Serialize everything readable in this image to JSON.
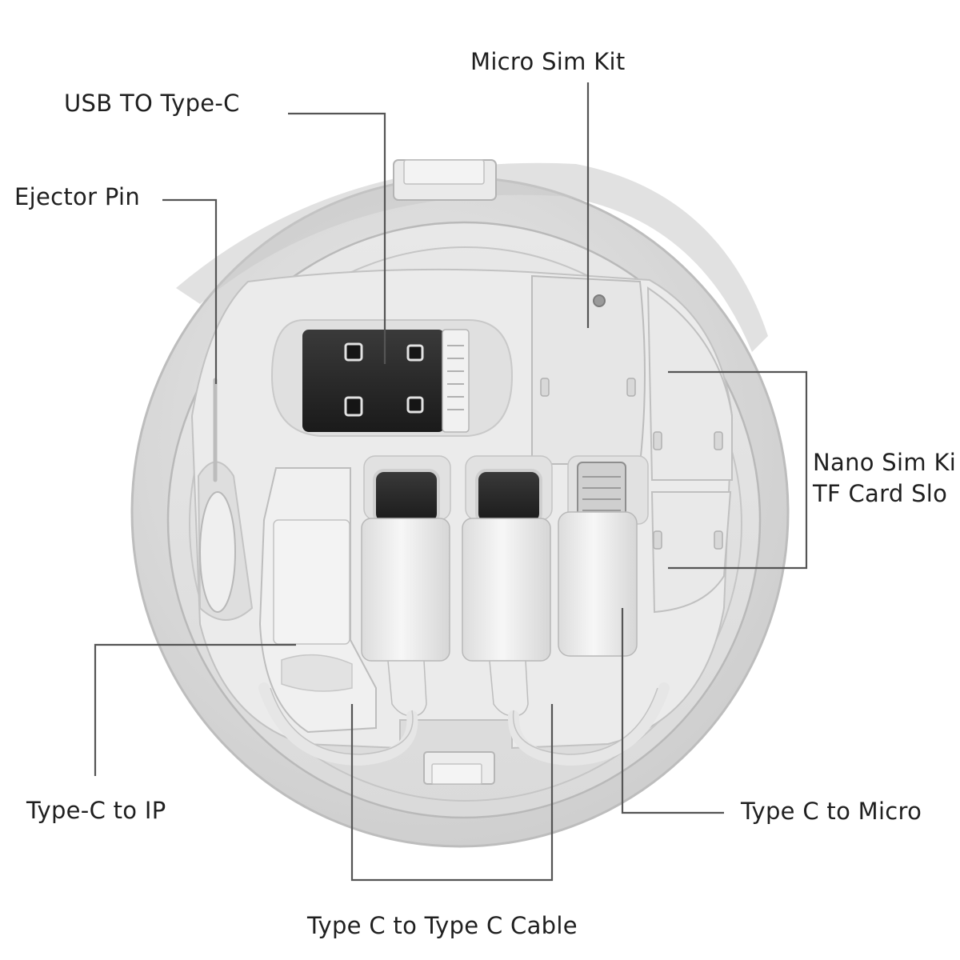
{
  "labels": {
    "usb_to_type_c": "USB TO Type-C",
    "micro_sim_kit": "Micro Sim Kit",
    "ejector_pin": "Ejector Pin",
    "nano_sim_kit": "Nano Sim Ki",
    "tf_card_slot": "TF Card Slo",
    "type_c_to_ip": "Type-C to IP",
    "type_c_to_micro": "Type C to Micro",
    "type_c_to_type_c_cable": "Type C to Type C Cable"
  },
  "colors": {
    "background": "#ffffff",
    "case_outer": "#dcdcdc",
    "case_body": "#e4e4e4",
    "tray": "#ebebeb",
    "plastic": "#f1f1f1",
    "usb_metal": "#262626",
    "leader_line": "#555555",
    "label_text": "#1f1f1f"
  },
  "product_parts": [
    "round-organizer-case",
    "usb-a-adapter",
    "usb-c-adapter",
    "usb-c-adapter",
    "micro-usb-adapter",
    "sim-ejector-pin",
    "lightning-adapter",
    "sim-card-slots"
  ]
}
